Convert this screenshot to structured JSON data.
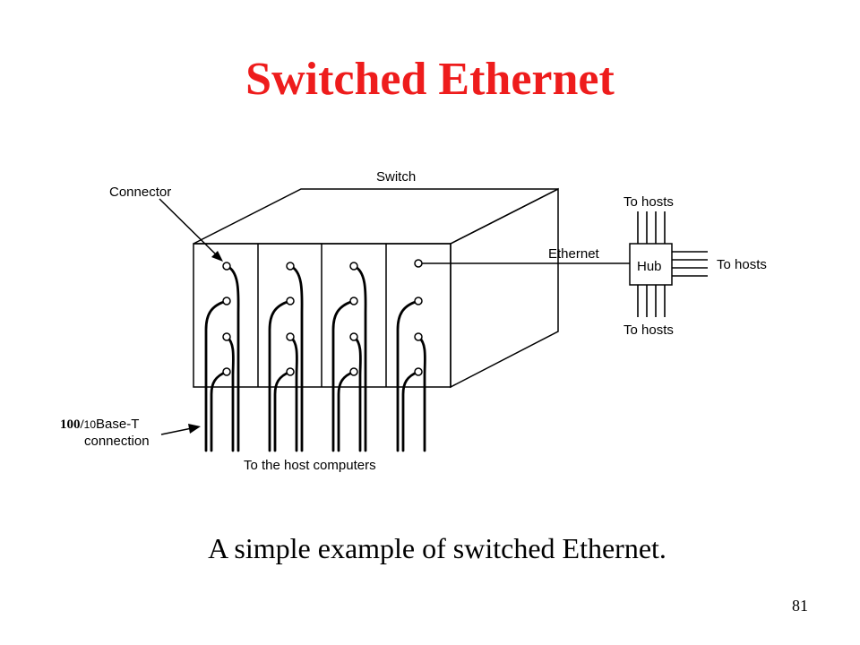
{
  "slide": {
    "title": "Switched Ethernet",
    "caption": "A simple example of switched Ethernet.",
    "page_number": "81"
  },
  "colors": {
    "title": "#ee1c1c",
    "text": "#000000",
    "background": "#ffffff"
  },
  "diagram": {
    "labels": {
      "switch": "Switch",
      "connector": "Connector",
      "ethernet": "Ethernet",
      "hub": "Hub",
      "to_hosts_top": "To hosts",
      "to_hosts_right": "To hosts",
      "to_hosts_bottom": "To hosts",
      "base_t_prefix": "100",
      "base_t_slash": "/",
      "base_t_ten": "10",
      "base_t_suffix": "Base-T",
      "connection": "connection",
      "to_host_computers": "To the host computers"
    }
  }
}
